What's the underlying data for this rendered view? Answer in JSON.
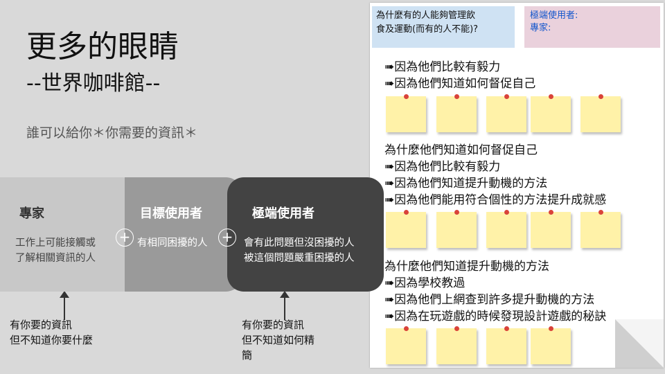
{
  "title": {
    "main": "更多的眼睛",
    "sub": "--世界咖啡館--"
  },
  "subtitle": "誰可以給你＊你需要的資訊＊",
  "boxes": {
    "expert": {
      "heading": "專家",
      "l1": "工作上可能接觸或",
      "l2": "了解相關資訊的人"
    },
    "target": {
      "heading": "目標使用者",
      "l1": "有相同困擾的人"
    },
    "extreme": {
      "heading": "極端使用者",
      "l1": "會有此問題但沒困擾的人",
      "l2": "被這個問題嚴重困擾的人"
    }
  },
  "plus_symbol": "+",
  "notes": {
    "left": {
      "l1": "有你要的資訊",
      "l2": "但不知道你要什麼"
    },
    "right": {
      "l1": "有你要的資訊",
      "l2": "但不知道如何精",
      "l3": "簡"
    }
  },
  "paper": {
    "question_box": {
      "l1": "為什麼有的人能夠管理飲",
      "l2": "食及運動(而有的人不能)?"
    },
    "role_box": {
      "l1": "極端使用者:",
      "l2": "專家:"
    },
    "group1": [
      "➠因為他們比較有毅力",
      "➠因為他們知道如何督促自己"
    ],
    "group2_q": "為什麼他們知道如何督促自己",
    "group2": [
      "➠因為他們比較有毅力",
      "➠因為他們知道提升動機的方法",
      "➠因為他們能用符合個性的方法提升成就感"
    ],
    "group3_q": "為什麼他們知道提升動機的方法",
    "group3": [
      "➠因為學校教過",
      "➠因為他們上網查到許多提升動機的方法",
      "➠因為在玩遊戲的時候發現設計遊戲的秘訣"
    ]
  },
  "colors": {
    "background": "#d9d9d9",
    "expert_box": "#c8c8c8",
    "target_box": "#9a9a9a",
    "extreme_box": "#434343",
    "question_box": "#cfe2f3",
    "role_box": "#ead1dc",
    "sticky_note": "#fff2a8"
  },
  "icons": {
    "sticky": "sticky-note-icon",
    "arrow": "up-arrow-icon",
    "plus": "plus-circle-icon"
  }
}
